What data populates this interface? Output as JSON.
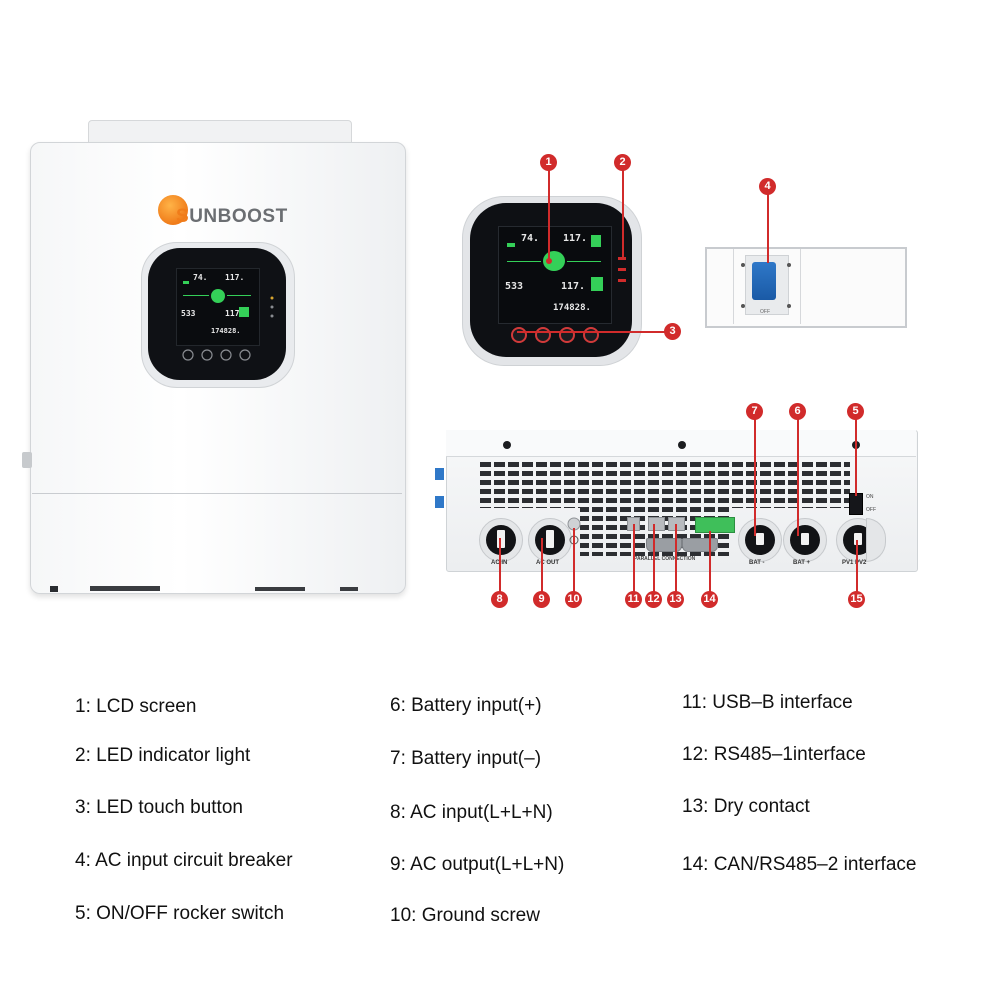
{
  "brand": {
    "logo_text_first": "S",
    "logo_text_rest": "UNBOOST"
  },
  "lcd": {
    "top_left": "74.",
    "top_right": "117.",
    "mid_left": "533",
    "mid_right": "117.",
    "bottom": "174828."
  },
  "breaker": {
    "text": "OFF"
  },
  "bottom_view": {
    "ac_in_label": "AC IN",
    "ac_out_label": "AC OUT",
    "parallel_label": "PARALLEL CONNECTION",
    "bat_minus_label": "BAT -",
    "bat_plus_label": "BAT +",
    "pv_label": "PV1 PV2",
    "on_label": "ON",
    "off_label": "OFF"
  },
  "callouts": [
    "1",
    "2",
    "3",
    "4",
    "5",
    "6",
    "7",
    "8",
    "9",
    "10",
    "11",
    "12",
    "13",
    "14",
    "15"
  ],
  "legend": {
    "col1": [
      "1: LCD screen",
      "2: LED indicator light",
      "3: LED touch button",
      "4: AC input circuit breaker",
      "5: ON/OFF rocker switch"
    ],
    "col2": [
      "6: Battery input(+)",
      "7: Battery input(–)",
      "8: AC input(L+L+N)",
      "9: AC output(L+L+N)",
      "10: Ground screw"
    ],
    "col3": [
      "11: USB–B interface",
      "12: RS485–1interface",
      "13: Dry contact",
      "14: CAN/RS485–2 interface"
    ]
  },
  "colors": {
    "callout_red": "#d12b2b",
    "brand_orange": "#f07c1a",
    "lcd_green": "#34d058",
    "breaker_blue": "#1a5aa6"
  }
}
